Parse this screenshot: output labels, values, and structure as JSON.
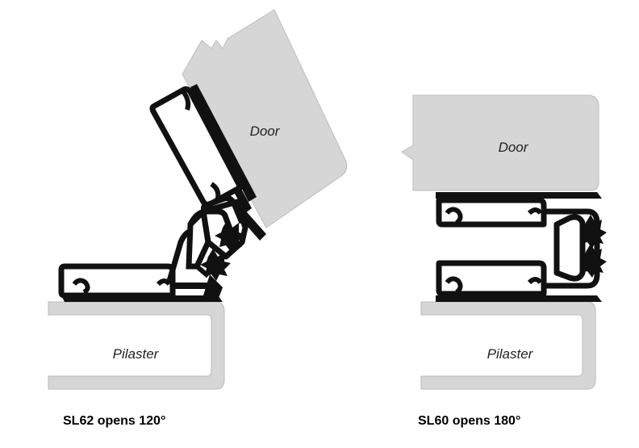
{
  "colors": {
    "panel_fill": "#d6d6d6",
    "panel_stroke": "#b9b9b9",
    "profile": "#111111",
    "background": "#ffffff"
  },
  "left": {
    "door_label": "Door",
    "pilaster_label": "Pilaster",
    "caption": "SL62 opens 120°"
  },
  "right": {
    "door_label": "Door",
    "pilaster_label": "Pilaster",
    "caption": "SL60 opens 180°"
  }
}
